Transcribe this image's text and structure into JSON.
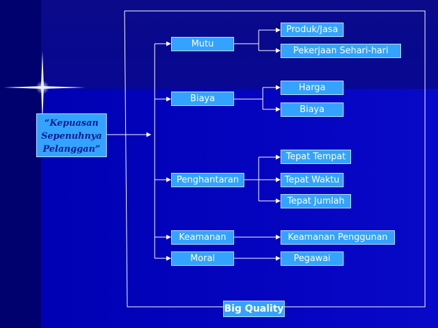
{
  "root": {
    "line1": "“Kepuasan",
    "line2": "Sepenuhnya",
    "line3": "Pelanggan”"
  },
  "categories": [
    {
      "label": "Mutu",
      "items": [
        "Produk/Jasa",
        "Pekerjaan Sehari-hari"
      ]
    },
    {
      "label": "Biaya",
      "items": [
        "Harga",
        "Biaya"
      ]
    },
    {
      "label": "Penghantaran",
      "items": [
        "Tepat Tempat",
        "Tepat Waktu",
        "Tepat Jumlah"
      ]
    },
    {
      "label": "Keamanan",
      "items": [
        "Keamanan Penggunan"
      ]
    },
    {
      "label": "Moral",
      "items": [
        "Pegawai"
      ]
    }
  ],
  "footer": {
    "label": "Big Quality"
  },
  "colors": {
    "box": "#33a3ff",
    "lines": "#ffffff",
    "background": "#00008c"
  }
}
